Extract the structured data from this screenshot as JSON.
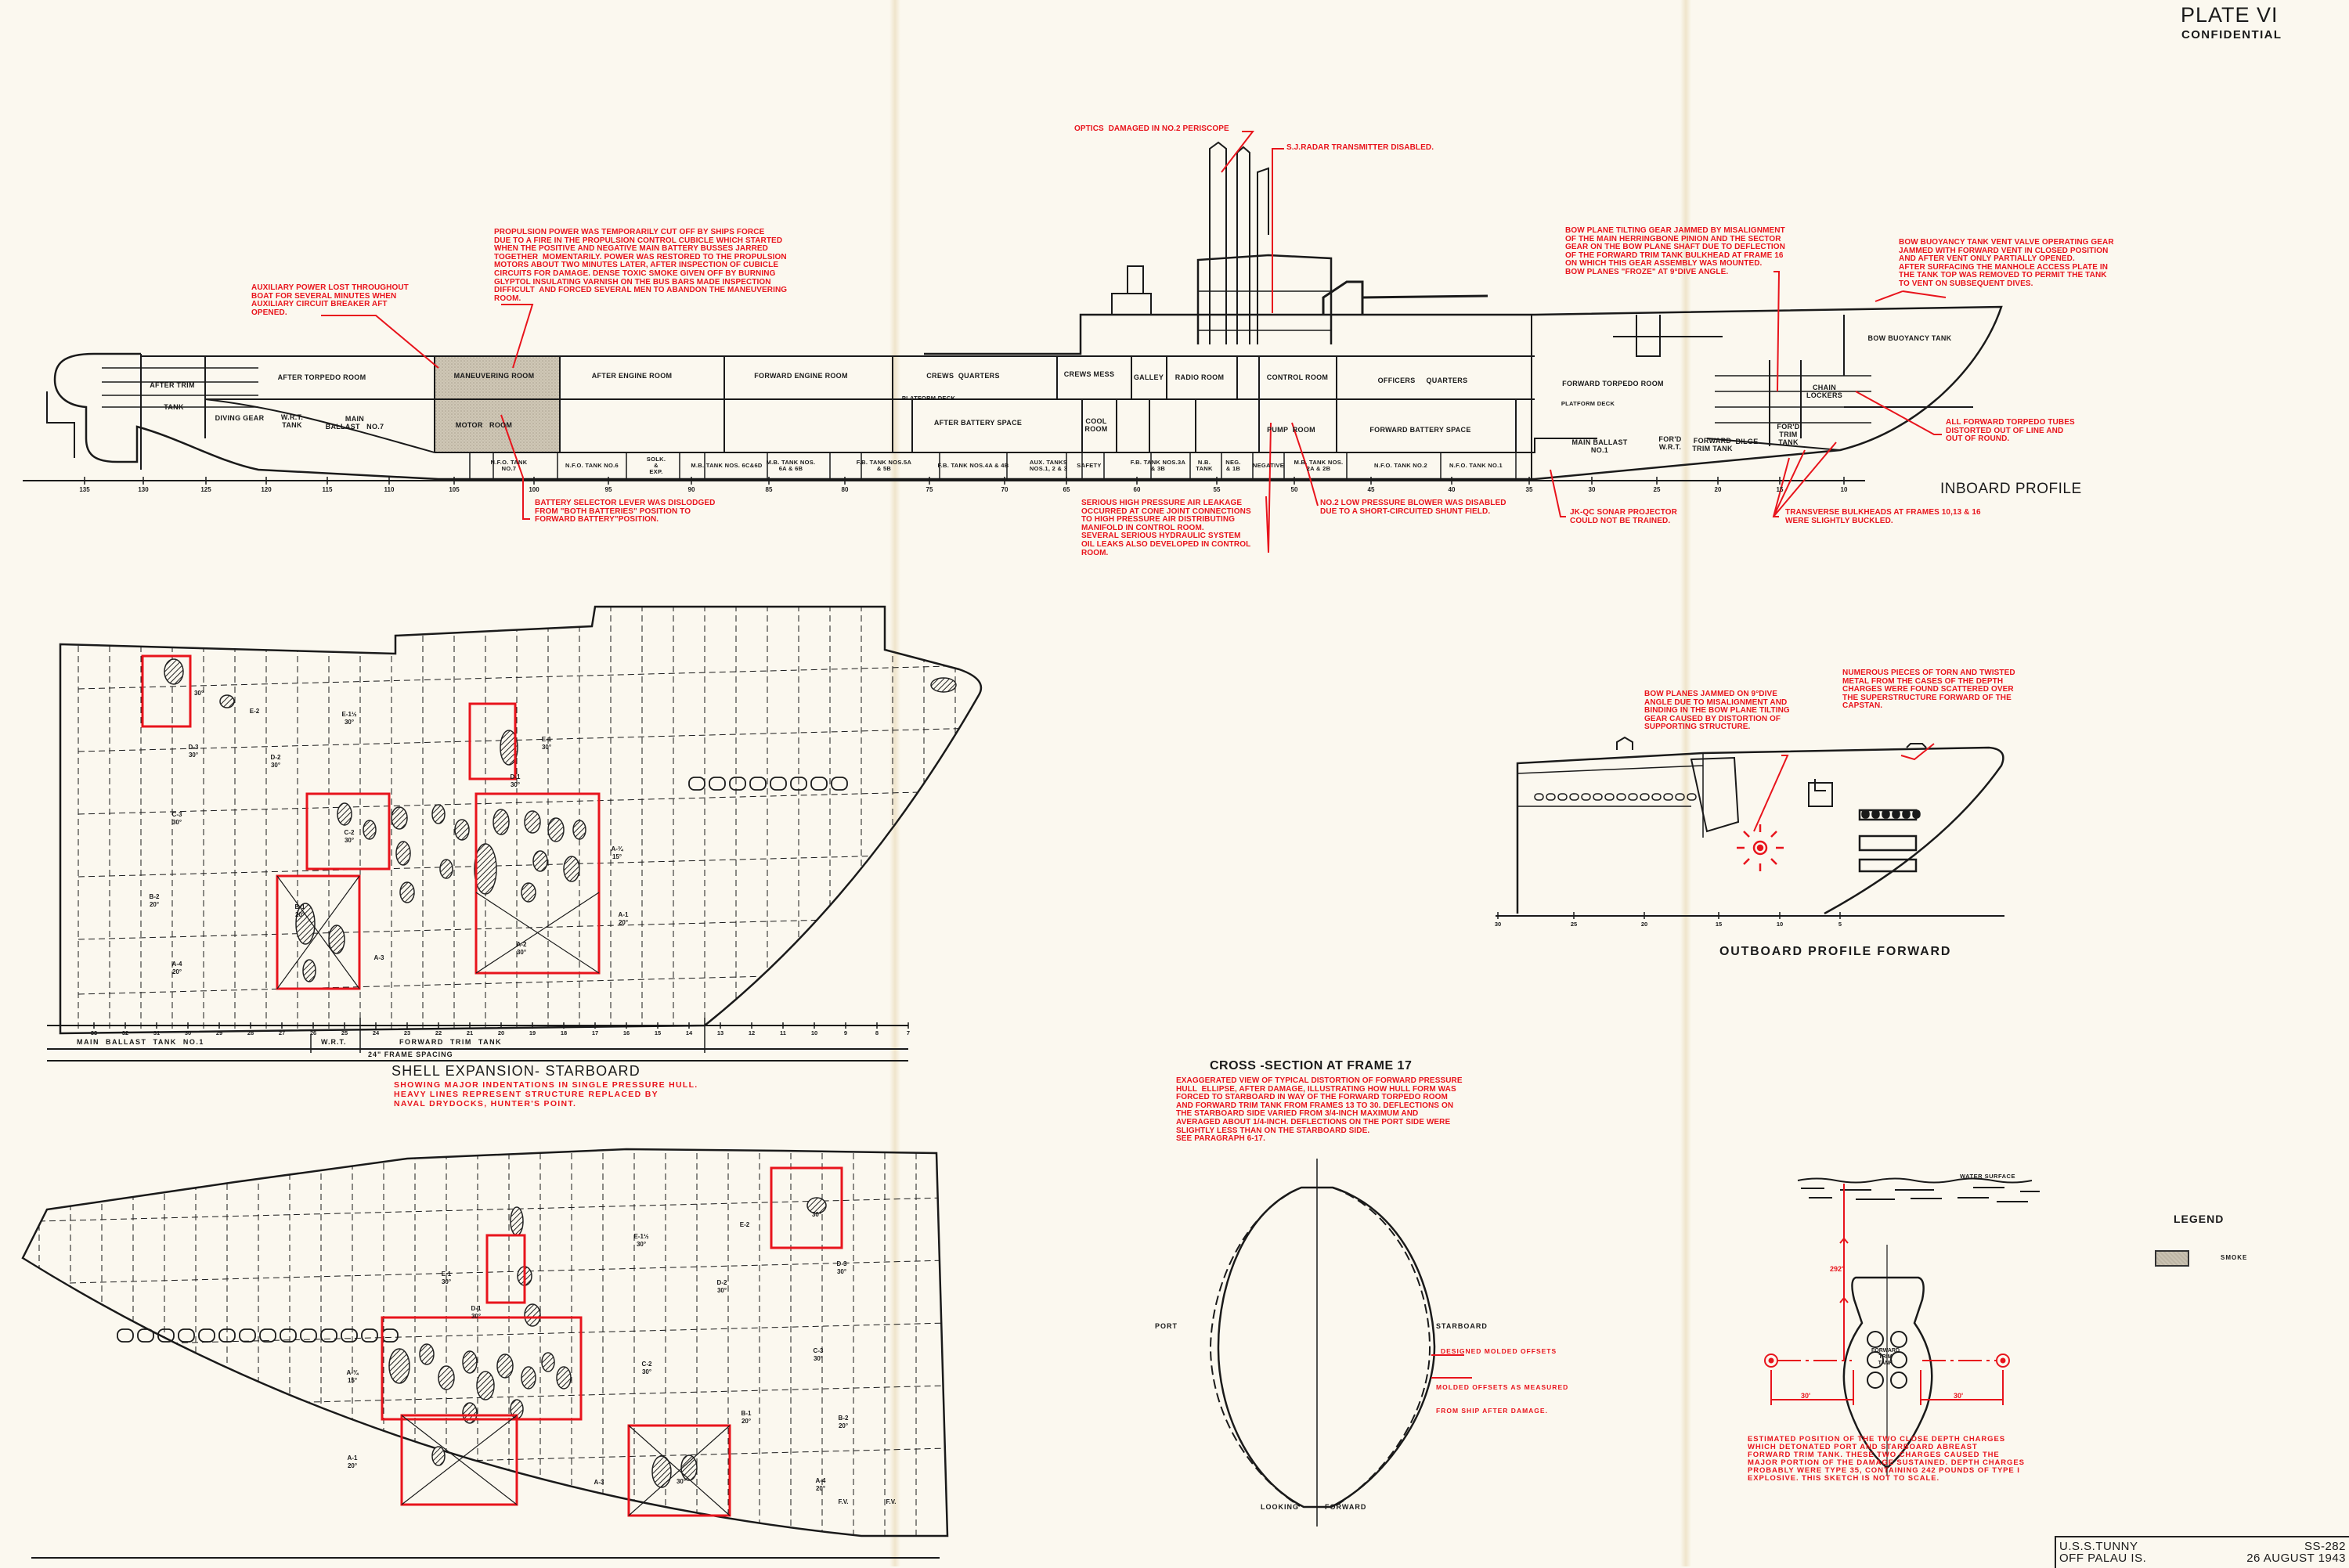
{
  "plate": {
    "title": "PLATE VI",
    "classification": "CONFIDENTIAL"
  },
  "inboard_profile": {
    "title": "INBOARD PROFILE",
    "compartments": [
      "AFTER TRIM",
      "TANK",
      "AFTER TORPEDO ROOM",
      "MANEUVERING ROOM",
      "AFTER ENGINE ROOM",
      "FORWARD ENGINE ROOM",
      "CREWS  QUARTERS",
      "PLATFORM DECK",
      "CREWS MESS",
      "GALLEY",
      "RADIO ROOM",
      "CONTROL ROOM",
      "OFFICERS     QUARTERS",
      "FORWARD TORPEDO ROOM",
      "PLATFORM DECK",
      "BOW BUOYANCY TANK",
      "CHAIN\nLOCKERS",
      "DIVING GEAR",
      "W.R.T.\nTANK",
      "MAIN\nBALLAST   NO.7",
      "MOTOR   ROOM",
      "AFTER BATTERY SPACE",
      "COOL\nROOM",
      "PUMP  ROOM",
      "FORWARD BATTERY SPACE",
      "MAIN BALLAST\nNO.1",
      "FOR'D\nW.R.T.",
      "FORWARD\nTRIM TANK",
      "BILGE",
      "FOR'D\nTRIM\nTANK"
    ],
    "tanks": [
      "N.F.O. TANK\nNO.7",
      "N.F.O. TANK NO.6",
      "SOLK.\n&\nEXP.",
      "M.B. TANK NOS. 6C&6D",
      "M.B. TANK NOS.\n6A & 6B",
      "F.B. TANK NOS.5A\n& 5B",
      "F.B. TANK NOS.4A & 4B",
      "AUX. TANKS\nNOS.1, 2 & 3",
      "SAFETY",
      "F.B. TANK NOS.3A\n& 3B",
      "N.B.\nTANK",
      "NEG.\n& 1B",
      "NEGATIVE",
      "M.B. TANK NOS.\n2A & 2B",
      "N.F.O. TANK NO.2",
      "N.F.O. TANK NO.1"
    ],
    "frames": [
      "135",
      "130",
      "125",
      "120",
      "115",
      "110",
      "105",
      "100",
      "95",
      "90",
      "85",
      "80",
      "75",
      "70",
      "65",
      "60",
      "55",
      "50",
      "45",
      "40",
      "35",
      "30",
      "25",
      "20",
      "15",
      "10"
    ]
  },
  "notes": {
    "aux_power": [
      "AUXILIARY POWER LOST THROUGHOUT",
      "BOAT FOR SEVERAL MINUTES WHEN",
      "AUXILIARY CIRCUIT BREAKER AFT",
      "OPENED."
    ],
    "propulsion": [
      "PROPULSION POWER WAS TEMPORARILY CUT OFF BY SHIPS FORCE",
      "DUE TO A FIRE IN THE PROPULSION CONTROL CUBICLE WHICH STARTED",
      "WHEN THE POSITIVE AND NEGATIVE MAIN BATTERY BUSSES JARRED",
      "TOGETHER  MOMENTARILY. POWER WAS RESTORED TO THE PROPULSION",
      "MOTORS ABOUT TWO MINUTES LATER, AFTER INSPECTION OF CUBICLE",
      "CIRCUITS FOR DAMAGE. DENSE TOXIC SMOKE GIVEN OFF BY BURNING",
      "GLYPTOL INSULATING VARNISH ON THE BUS BARS MADE INSPECTION",
      "DIFFICULT  AND FORCED SEVERAL MEN TO ABANDON THE MANEUVERING",
      "ROOM."
    ],
    "optics": [
      "OPTICS  DAMAGED IN NO.2 PERISCOPE"
    ],
    "sj_radar": [
      "S.J.RADAR TRANSMITTER DISABLED."
    ],
    "battery_selector": [
      "BATTERY SELECTOR LEVER WAS DISLODGED",
      "FROM \"BOTH BATTERIES\" POSITION TO",
      "FORWARD BATTERY\"POSITION."
    ],
    "hp_air": [
      "SERIOUS HIGH PRESSURE AIR LEAKAGE",
      "OCCURRED AT CONE JOINT CONNECTIONS",
      "TO HIGH PRESSURE AIR DISTRIBUTING",
      "MANIFOLD IN CONTROL ROOM.",
      "SEVERAL SERIOUS HYDRAULIC SYSTEM",
      "OIL LEAKS ALSO DEVELOPED IN CONTROL",
      "ROOM."
    ],
    "lp_blower": [
      "NO.2 LOW PRESSURE BLOWER WAS DISABLED",
      "DUE TO A SHORT-CIRCUITED SHUNT FIELD."
    ],
    "sonar": [
      "JK-QC SONAR PROJECTOR",
      "COULD NOT BE TRAINED."
    ],
    "bulkheads": [
      "TRANSVERSE BULKHEADS AT FRAMES 10,13 & 16",
      "WERE SLIGHTLY BUCKLED."
    ],
    "bow_plane_gear": [
      "BOW PLANE TILTING GEAR JAMMED BY MISALIGNMENT",
      "OF THE MAIN HERRINGBONE PINION AND THE SECTOR",
      "GEAR ON THE BOW PLANE SHAFT DUE TO DEFLECTION",
      "OF THE FORWARD TRIM TANK BULKHEAD AT FRAME 16",
      "ON WHICH THIS GEAR ASSEMBLY WAS MOUNTED.",
      "BOW PLANES \"FROZE\" AT 9°DIVE ANGLE."
    ],
    "bow_buoyancy": [
      "BOW BUOYANCY TANK VENT VALVE OPERATING GEAR",
      "JAMMED WITH FORWARD VENT IN CLOSED POSITION",
      "AND AFTER VENT ONLY PARTIALLY OPENED.",
      "AFTER SURFACING THE MANHOLE ACCESS PLATE IN",
      "THE TANK TOP WAS REMOVED TO PERMIT THE TANK",
      "TO VENT ON SUBSEQUENT DIVES."
    ],
    "torpedo_tubes": [
      "ALL FORWARD TORPEDO TUBES",
      "DISTORTED OUT OF LINE AND",
      "OUT OF ROUND."
    ],
    "bow_planes_jammed": [
      "BOW PLANES JAMMED ON 9°DIVE",
      "ANGLE DUE TO MISALIGNMENT AND",
      "BINDING IN THE BOW PLANE TILTING",
      "GEAR CAUSED BY DISTORTION OF",
      "SUPPORTING STRUCTURE."
    ],
    "torn_metal": [
      "NUMEROUS PIECES OF TORN AND TWISTED",
      "METAL FROM THE CASES OF THE DEPTH",
      "CHARGES WERE FOUND SCATTERED OVER",
      "THE SUPERSTRUCTURE FORWARD OF THE",
      "CAPSTAN."
    ]
  },
  "shell_expansion": {
    "title": "SHELL EXPANSION- STARBOARD",
    "note": [
      "SHOWING MAJOR INDENTATIONS IN SINGLE PRESSURE HULL.",
      "HEAVY LINES REPRESENT STRUCTURE REPLACED BY",
      "NAVAL DRYDOCKS, HUNTER'S POINT."
    ],
    "frames": [
      "33",
      "32",
      "31",
      "30",
      "29",
      "28",
      "27",
      "26",
      "25",
      "24",
      "23",
      "22",
      "21",
      "20",
      "19",
      "18",
      "17",
      "16",
      "15",
      "14",
      "13",
      "12",
      "11",
      "10",
      "9",
      "8",
      "7"
    ],
    "scale_labels": {
      "main_ballast": "MAIN  BALLAST  TANK  NO.1",
      "wrt": "W.R.T.",
      "forward_trim": "FORWARD  TRIM  TANK",
      "frame_spacing": "24\" FRAME SPACING"
    },
    "upper_plates": [
      "30°",
      "E-2",
      "E-1½\n30°",
      "D-3\n30°",
      "D-2\n30°",
      "C-3\n30°",
      "C-2\n30°",
      "B-2\n20°",
      "B-1\n20°",
      "A-3",
      "A-4\n20°",
      "A-2\n30°",
      "A-1\n20°",
      "E-1\n30°",
      "D-1\n30°",
      "A-¾\n15°"
    ],
    "lower_plates": [
      "E-1½\n30°",
      "E-2",
      "D-3\n30°",
      "D-2\n30°",
      "E-1\n30°",
      "D-1\n30°",
      "C-2\n30°",
      "C-3\n30°",
      "A-¾\n15°",
      "B-1\n20°",
      "B-2\n20°",
      "A-1\n20°",
      "A-3",
      "A-4\n20°",
      "30°",
      "F.V.",
      "F.V.",
      "30°"
    ]
  },
  "outboard_profile": {
    "title": "OUTBOARD PROFILE FORWARD",
    "frames": [
      "30",
      "25",
      "20",
      "15",
      "10",
      "5"
    ]
  },
  "cross_section": {
    "title": "CROSS -SECTION AT FRAME 17",
    "note": [
      "EXAGGERATED VIEW OF TYPICAL DISTORTION OF FORWARD PRESSURE",
      "HULL  ELLIPSE, AFTER DAMAGE, ILLUSTRATING HOW HULL FORM WAS",
      "FORCED TO STARBOARD IN WAY OF THE FORWARD TORPEDO ROOM",
      "AND FORWARD TRIM TANK FROM FRAMES 13 TO 30. DEFLECTIONS ON",
      "THE STARBOARD SIDE VARIED FROM 3/4-INCH MAXIMUM AND",
      "AVERAGED ABOUT 1/4-INCH. DEFLECTIONS ON THE PORT SIDE WERE",
      "SLIGHTLY LESS THAN ON THE STARBOARD SIDE.",
      "SEE PARAGRAPH 6-17."
    ],
    "port": "PORT",
    "starboard": "STARBOARD",
    "designed": "DESIGNED MOLDED OFFSETS",
    "measured": [
      "MOLDED OFFSETS AS MEASURED",
      "FROM SHIP AFTER DAMAGE."
    ],
    "looking": "LOOKING",
    "forward": "FORWARD"
  },
  "depth_charge": {
    "water_surface": "WATER SURFACE",
    "depth": "292'",
    "port_distance": "30'",
    "starboard_distance": "30'",
    "hull_label": "FORWARD\nTRIM\nTANK",
    "note": [
      "ESTIMATED POSITION OF THE TWO CLOSE DEPTH CHARGES",
      "WHICH DETONATED PORT AND STARBOARD ABREAST",
      "FORWARD TRIM TANK. THESE TWO CHARGES CAUSED THE",
      "MAJOR PORTION OF THE DAMAGE SUSTAINED. DEPTH CHARGES",
      "PROBABLY WERE TYPE 35, CONTAINING 242 POUNDS OF TYPE I",
      "EXPLOSIVE. THIS SKETCH IS NOT TO SCALE."
    ]
  },
  "legend": {
    "title": "LEGEND",
    "smoke": "SMOKE"
  },
  "title_block": {
    "ship": "U.S.S.TUNNY",
    "location": "OFF PALAU IS.",
    "hull_number": "SS-282",
    "date": "26 AUGUST 1943"
  },
  "colors": {
    "annotation": "#e8141c",
    "ink": "#1a1a1a",
    "paper": "#fbf8ef",
    "smoke": "#c9c2b2"
  }
}
